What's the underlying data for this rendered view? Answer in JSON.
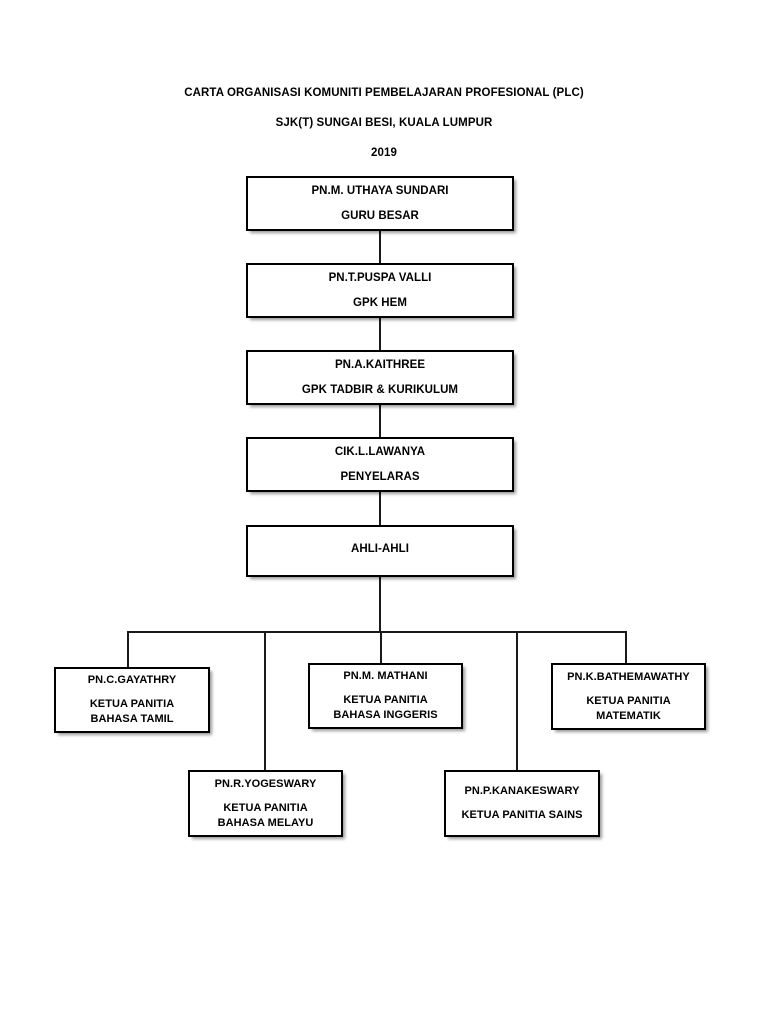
{
  "title": {
    "line1": "CARTA ORGANISASI KOMUNITI PEMBELAJARAN PROFESIONAL (PLC)",
    "line2": "SJK(T) SUNGAI BESI, KUALA LUMPUR",
    "line3": "2019"
  },
  "chart": {
    "type": "org-chart",
    "orientation": "vertical",
    "background_color": "#ffffff",
    "box_border_color": "#000000",
    "text_color": "#000000",
    "spine": [
      {
        "id": "guru-besar",
        "name": "PN.M. UTHAYA SUNDARI",
        "role": "GURU BESAR"
      },
      {
        "id": "gpk-hem",
        "name": "PN.T.PUSPA VALLI",
        "role": "GPK HEM"
      },
      {
        "id": "gpk-tadbir",
        "name": "PN.A.KAITHREE",
        "role": "GPK TADBIR & KURIKULUM"
      },
      {
        "id": "penyelaras",
        "name": "CIK.L.LAWANYA",
        "role": "PENYELARAS"
      },
      {
        "id": "ahli-ahli",
        "name": "AHLI-AHLI",
        "role": ""
      }
    ],
    "members": [
      {
        "id": "tamil",
        "name": "PN.C.GAYATHRY",
        "role_line1": "KETUA PANITIA",
        "role_line2": "BAHASA TAMIL"
      },
      {
        "id": "melayu",
        "name": "PN.R.YOGESWARY",
        "role_line1": "KETUA PANITIA",
        "role_line2": "BAHASA MELAYU"
      },
      {
        "id": "inggeris",
        "name": "PN.M. MATHANI",
        "role_line1": "KETUA PANITIA",
        "role_line2": "BAHASA INGGERIS"
      },
      {
        "id": "sains",
        "name": "PN.P.KANAKESWARY",
        "role_line1": "KETUA PANITIA SAINS",
        "role_line2": ""
      },
      {
        "id": "matematik",
        "name": "PN.K.BATHEMAWATHY",
        "role_line1": "KETUA PANITIA",
        "role_line2": "MATEMATIK"
      }
    ]
  }
}
